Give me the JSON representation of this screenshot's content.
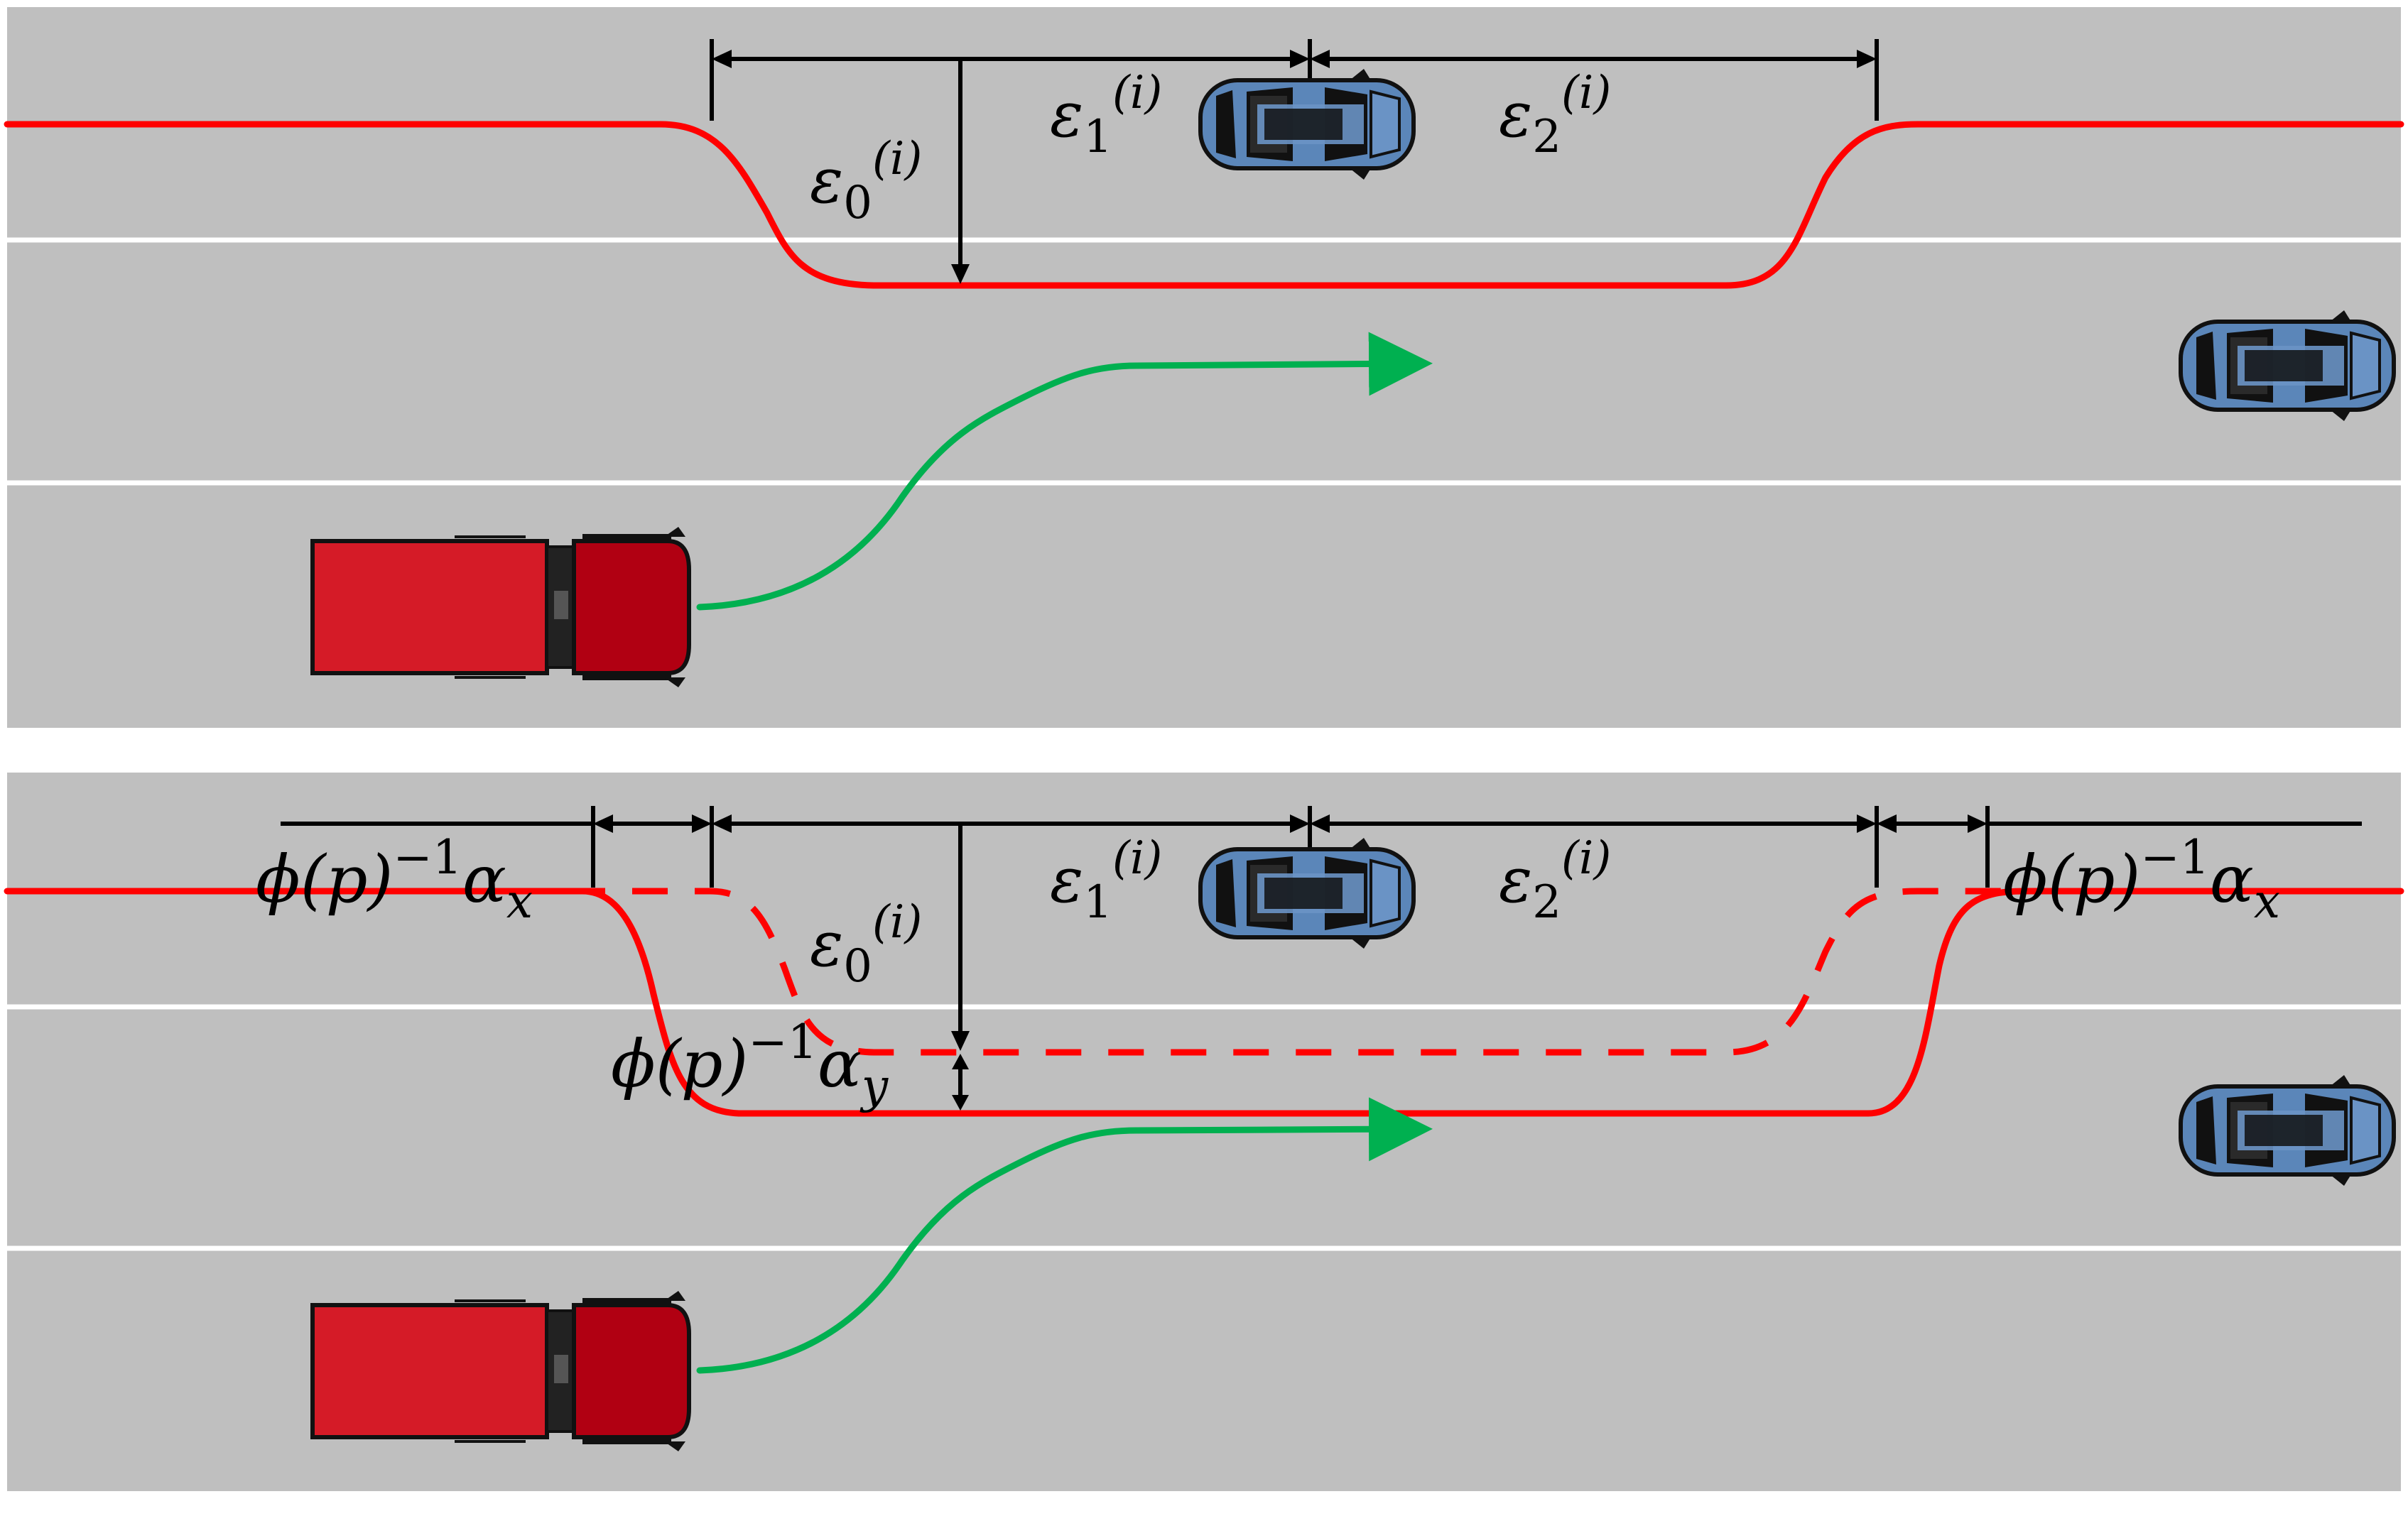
{
  "colors": {
    "road": "#bfbfbf",
    "lane_marking": "#ffffff",
    "reference_path": "#ff0000",
    "truck_path": "#00b050",
    "truck_body": "#d51b27",
    "truck_cab": "#b10012",
    "car_body": "#5b86b9"
  },
  "labels": {
    "eps0": {
      "base": "ε",
      "sub": "0",
      "sup": "(i)"
    },
    "eps1": {
      "base": "ε",
      "sub": "1",
      "sup": "(i)"
    },
    "eps2": {
      "base": "ε",
      "sub": "2",
      "sup": "(i)"
    },
    "phi_alpha_x": {
      "base": "ϕ(p)",
      "sup": "−1",
      "greek": "α",
      "sub": "x"
    },
    "phi_alpha_y": {
      "base": "ϕ(p)",
      "sup": "−1",
      "greek": "α",
      "sub": "y"
    }
  },
  "panels": [
    {
      "id": "top",
      "vehicles": [
        "truck",
        "car-ahead-left-lane",
        "car-far-right-lane"
      ]
    },
    {
      "id": "bottom",
      "vehicles": [
        "truck",
        "car-ahead-left-lane",
        "car-far-right-lane"
      ]
    }
  ],
  "icons": [
    "truck-icon",
    "car-icon"
  ]
}
